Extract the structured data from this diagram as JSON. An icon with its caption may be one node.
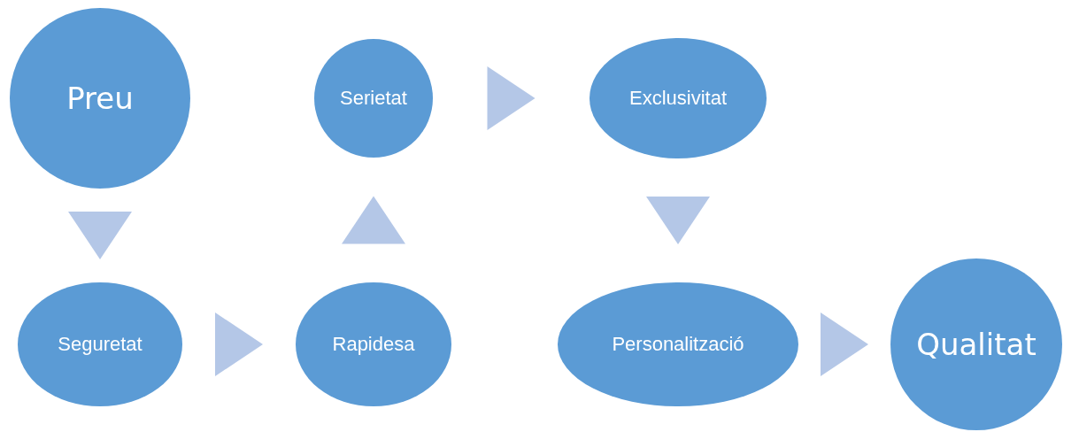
{
  "diagram": {
    "nodes": [
      {
        "text": [
          "Preu"
        ]
      },
      {
        "text": [
          "Seguretat"
        ]
      },
      {
        "text": [
          "Rapidesa"
        ]
      },
      {
        "text": [
          "Serietat"
        ]
      },
      {
        "text": [
          "Exclusivitat"
        ]
      },
      {
        "text": [
          "Personalització"
        ]
      },
      {
        "text": [
          "Qualitat"
        ]
      }
    ],
    "edges": [
      {
        "from": 0,
        "to": 1,
        "arrow": "to"
      },
      {
        "from": 1,
        "to": 2,
        "arrow": "to"
      },
      {
        "from": 2,
        "to": 3,
        "arrow": "to"
      },
      {
        "from": 3,
        "to": 4,
        "arrow": "to"
      },
      {
        "from": 4,
        "to": 5,
        "arrow": "to"
      },
      {
        "from": 5,
        "to": 6,
        "arrow": "to"
      }
    ]
  }
}
